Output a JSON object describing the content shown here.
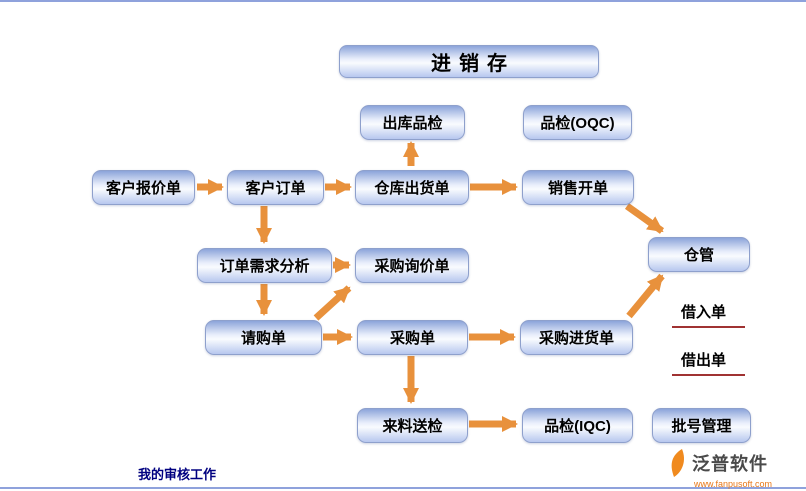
{
  "page": {
    "title": "进销存"
  },
  "nodes": {
    "outbound_inspection": "出库品检",
    "oqc": "品检(OQC)",
    "customer_quote": "客户报价单",
    "customer_order": "客户订单",
    "warehouse_shipment": "仓库出货单",
    "sales_billing": "销售开单",
    "order_demand_analysis": "订单需求分析",
    "purchase_inquiry": "采购询价单",
    "warehouse_mgmt": "仓管",
    "purchase_request": "请购单",
    "purchase_order": "采购单",
    "purchase_receipt": "采购进货单",
    "incoming_inspection": "来料送检",
    "iqc": "品检(IQC)",
    "batch_mgmt": "批号管理"
  },
  "links": {
    "borrow_in": "借入单",
    "borrow_out": "借出单",
    "my_audit": "我的审核工作"
  },
  "logo": {
    "name": "泛普软件",
    "site": "www.fanpusoft.com"
  },
  "colors": {
    "arrow": "#E8913C",
    "underline": "#A03232",
    "node_border": "#8EA0CC"
  }
}
